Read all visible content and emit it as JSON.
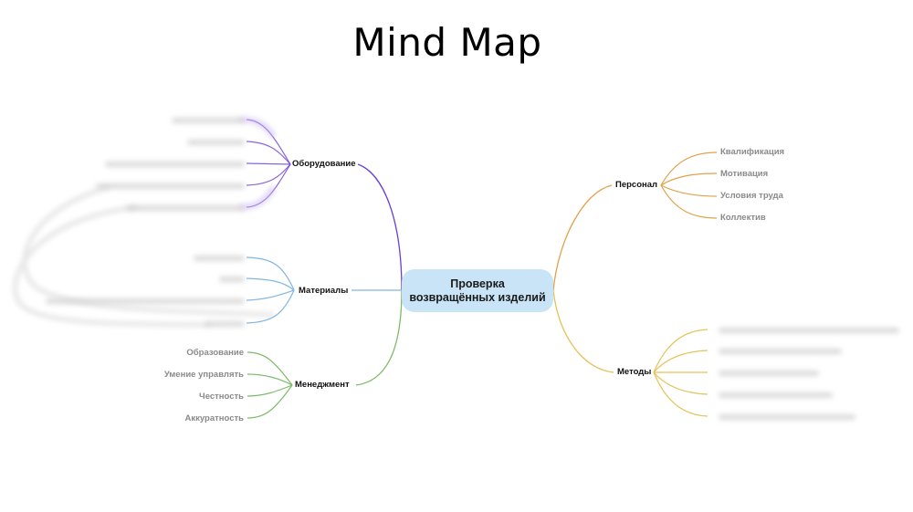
{
  "title": "Mind Map",
  "center": {
    "label": "Проверка возвращённых изделий",
    "color": "#c9e3f7"
  },
  "branches": {
    "equipment": {
      "label": "Оборудование",
      "color": "#6b3fd4",
      "children_blurred": true,
      "children_count": 5
    },
    "materials": {
      "label": "Материалы",
      "color": "#7fb6e3",
      "children_blurred": true,
      "children_count": 4
    },
    "management": {
      "label": "Менеджмент",
      "color": "#7dbb6a",
      "children": [
        "Образование",
        "Умение управлять",
        "Честность",
        "Аккуратность"
      ]
    },
    "personnel": {
      "label": "Персонал",
      "color": "#e0a24a",
      "children": [
        "Квалификация",
        "Мотивация",
        "Условия труда",
        "Коллектив"
      ]
    },
    "methods": {
      "label": "Методы",
      "color": "#e6c25a",
      "children_blurred": true,
      "children_count": 5
    }
  }
}
